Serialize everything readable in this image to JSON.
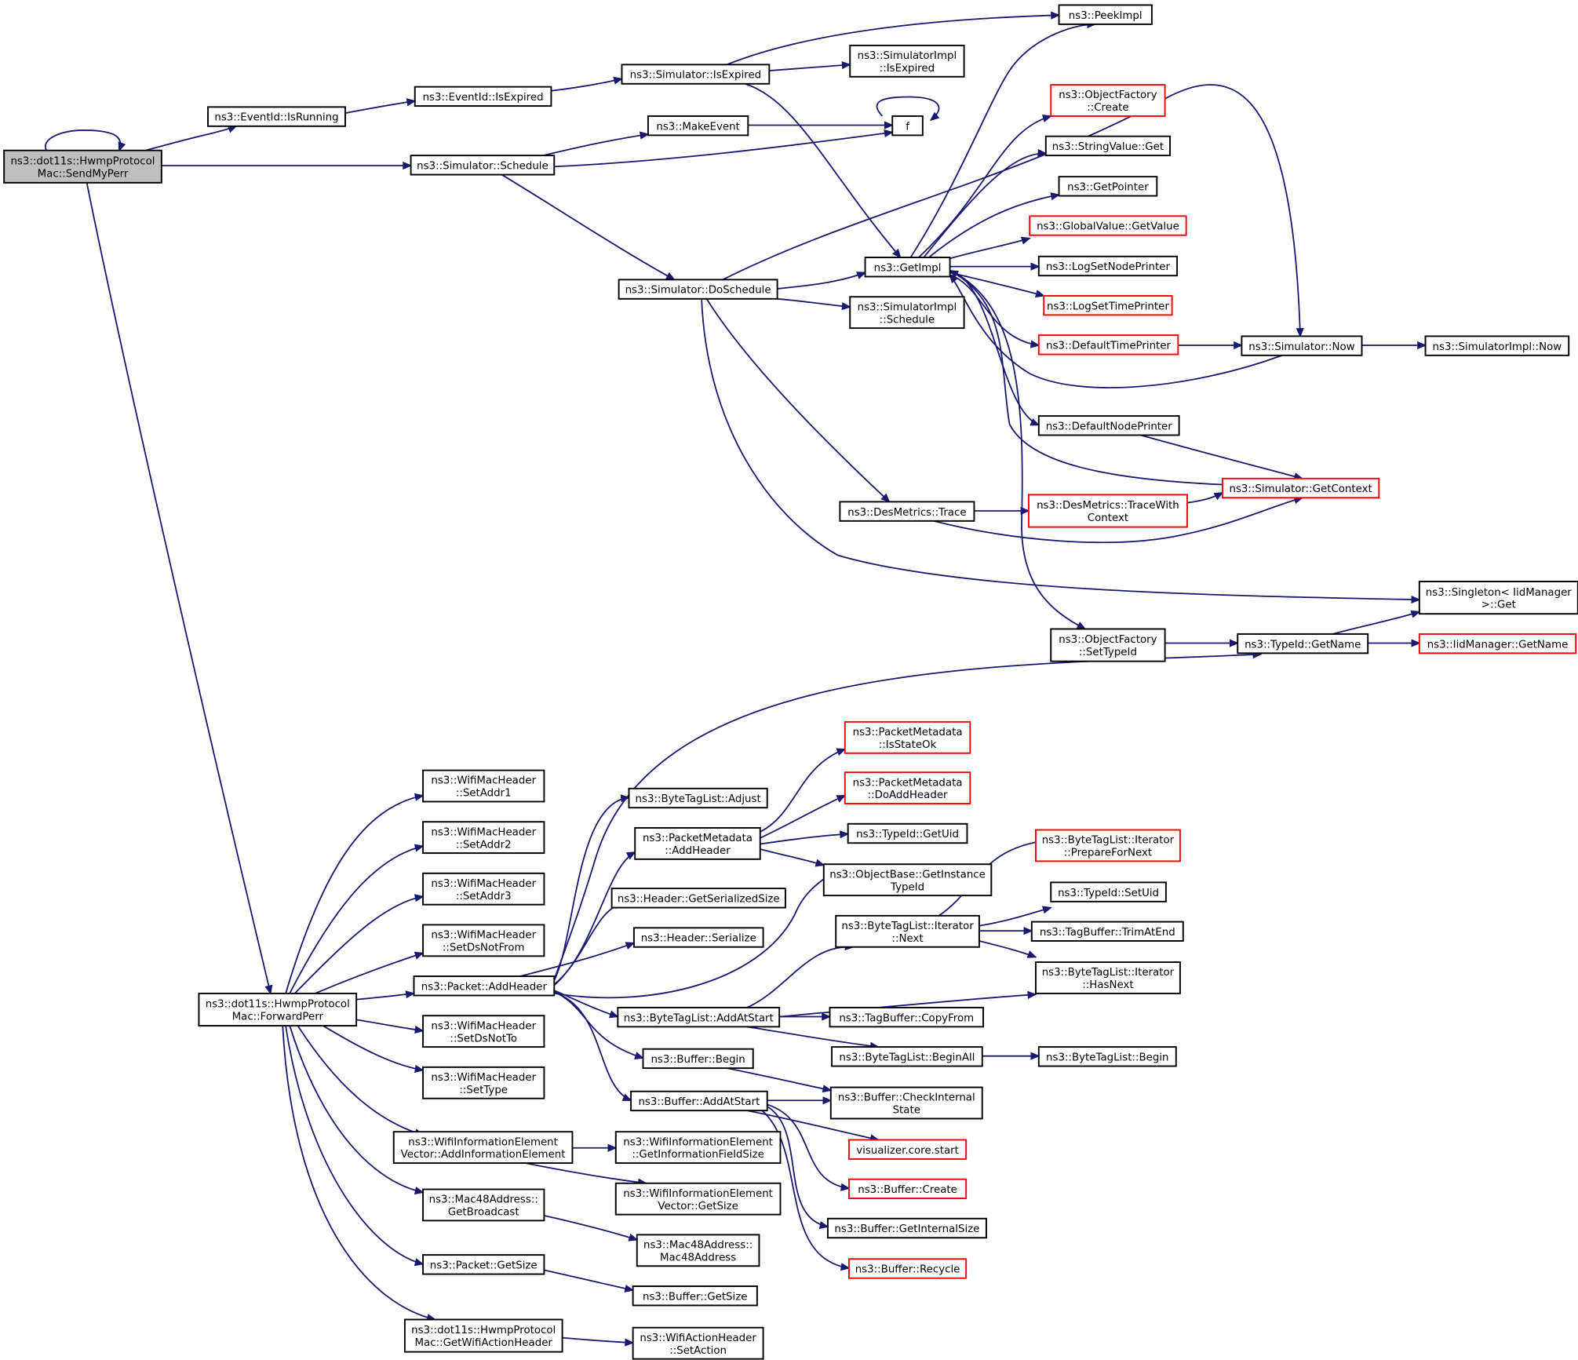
{
  "colors": {
    "edge": "#191970",
    "node_border": "#000000",
    "node_border_truncated": "#ff0000",
    "root_fill": "#bfbfbf",
    "node_fill": "#ffffff"
  },
  "nodes": [
    {
      "id": "sendMyPerr",
      "lines": [
        "ns3::dot11s::HwmpProtocol",
        "Mac::SendMyPerr"
      ]
    },
    {
      "id": "eventIsRunning",
      "lines": [
        "ns3::EventId::IsRunning"
      ]
    },
    {
      "id": "eventIsExpired",
      "lines": [
        "ns3::EventId::IsExpired"
      ]
    },
    {
      "id": "simIsExpired",
      "lines": [
        "ns3::Simulator::IsExpired"
      ]
    },
    {
      "id": "peekImpl",
      "lines": [
        "ns3::PeekImpl"
      ]
    },
    {
      "id": "simImplIsExpired",
      "lines": [
        "ns3::SimulatorImpl",
        "::IsExpired"
      ]
    },
    {
      "id": "simSchedule",
      "lines": [
        "ns3::Simulator::Schedule"
      ]
    },
    {
      "id": "makeEvent",
      "lines": [
        "ns3::MakeEvent"
      ]
    },
    {
      "id": "f",
      "lines": [
        "f"
      ]
    },
    {
      "id": "doSchedule",
      "lines": [
        "ns3::Simulator::DoSchedule"
      ]
    },
    {
      "id": "getImpl",
      "lines": [
        "ns3::GetImpl"
      ]
    },
    {
      "id": "objFactoryCreate",
      "lines": [
        "ns3::ObjectFactory",
        "::Create"
      ]
    },
    {
      "id": "stringValueGet",
      "lines": [
        "ns3::StringValue::Get"
      ]
    },
    {
      "id": "getPointer",
      "lines": [
        "ns3::GetPointer"
      ]
    },
    {
      "id": "globalValueGetValue",
      "lines": [
        "ns3::GlobalValue::GetValue"
      ]
    },
    {
      "id": "logSetNodePrinter",
      "lines": [
        "ns3::LogSetNodePrinter"
      ]
    },
    {
      "id": "logSetTimePrinter",
      "lines": [
        "ns3::LogSetTimePrinter"
      ]
    },
    {
      "id": "defaultTimePrinter",
      "lines": [
        "ns3::DefaultTimePrinter"
      ]
    },
    {
      "id": "simNow",
      "lines": [
        "ns3::Simulator::Now"
      ]
    },
    {
      "id": "simImplNow",
      "lines": [
        "ns3::SimulatorImpl::Now"
      ]
    },
    {
      "id": "defaultNodePrinter",
      "lines": [
        "ns3::DefaultNodePrinter"
      ]
    },
    {
      "id": "simImplSchedule",
      "lines": [
        "ns3::SimulatorImpl",
        "::Schedule"
      ]
    },
    {
      "id": "desMetricsTrace",
      "lines": [
        "ns3::DesMetrics::Trace"
      ]
    },
    {
      "id": "desMetricsTraceWithContext",
      "lines": [
        "ns3::DesMetrics::TraceWith",
        "Context"
      ]
    },
    {
      "id": "simGetContext",
      "lines": [
        "ns3::Simulator::GetContext"
      ]
    },
    {
      "id": "singletonGet",
      "lines": [
        "ns3::Singleton< IidManager",
        " >::Get"
      ]
    },
    {
      "id": "objFactorySetTypeId",
      "lines": [
        "ns3::ObjectFactory",
        "::SetTypeId"
      ]
    },
    {
      "id": "typeIdGetName",
      "lines": [
        "ns3::TypeId::GetName"
      ]
    },
    {
      "id": "iidManagerGetName",
      "lines": [
        "ns3::IidManager::GetName"
      ]
    },
    {
      "id": "forwardPerr",
      "lines": [
        "ns3::dot11s::HwmpProtocol",
        "Mac::ForwardPerr"
      ]
    },
    {
      "id": "setAddr1",
      "lines": [
        "ns3::WifiMacHeader",
        "::SetAddr1"
      ]
    },
    {
      "id": "setAddr2",
      "lines": [
        "ns3::WifiMacHeader",
        "::SetAddr2"
      ]
    },
    {
      "id": "setAddr3",
      "lines": [
        "ns3::WifiMacHeader",
        "::SetAddr3"
      ]
    },
    {
      "id": "setDsNotFrom",
      "lines": [
        "ns3::WifiMacHeader",
        "::SetDsNotFrom"
      ]
    },
    {
      "id": "packetAddHeader",
      "lines": [
        "ns3::Packet::AddHeader"
      ]
    },
    {
      "id": "setDsNotTo",
      "lines": [
        "ns3::WifiMacHeader",
        "::SetDsNotTo"
      ]
    },
    {
      "id": "setType",
      "lines": [
        "ns3::WifiMacHeader",
        "::SetType"
      ]
    },
    {
      "id": "wifiIEAddInfo",
      "lines": [
        "ns3::WifiInformationElement",
        "Vector::AddInformationElement"
      ]
    },
    {
      "id": "getBroadcast",
      "lines": [
        "ns3::Mac48Address::",
        "GetBroadcast"
      ]
    },
    {
      "id": "packetGetSize",
      "lines": [
        "ns3::Packet::GetSize"
      ]
    },
    {
      "id": "getWifiActionHeader",
      "lines": [
        "ns3::dot11s::HwmpProtocol",
        "Mac::GetWifiActionHeader"
      ]
    },
    {
      "id": "byteTagListAdjust",
      "lines": [
        "ns3::ByteTagList::Adjust"
      ]
    },
    {
      "id": "pmAddHeader",
      "lines": [
        "ns3::PacketMetadata",
        "::AddHeader"
      ]
    },
    {
      "id": "headerGetSerializedSize",
      "lines": [
        "ns3::Header::GetSerializedSize"
      ]
    },
    {
      "id": "headerSerialize",
      "lines": [
        "ns3::Header::Serialize"
      ]
    },
    {
      "id": "byteTagListAddAtStart",
      "lines": [
        "ns3::ByteTagList::AddAtStart"
      ]
    },
    {
      "id": "bufferBegin",
      "lines": [
        "ns3::Buffer::Begin"
      ]
    },
    {
      "id": "bufferAddAtStart",
      "lines": [
        "ns3::Buffer::AddAtStart"
      ]
    },
    {
      "id": "pmIsStateOk",
      "lines": [
        "ns3::PacketMetadata",
        "::IsStateOk"
      ]
    },
    {
      "id": "pmDoAddHeader",
      "lines": [
        "ns3::PacketMetadata",
        "::DoAddHeader"
      ]
    },
    {
      "id": "typeIdGetUid",
      "lines": [
        "ns3::TypeId::GetUid"
      ]
    },
    {
      "id": "objectBaseGetInstanceTypeId",
      "lines": [
        "ns3::ObjectBase::GetInstance",
        "TypeId"
      ]
    },
    {
      "id": "btlIterNext",
      "lines": [
        "ns3::ByteTagList::Iterator",
        "::Next"
      ]
    },
    {
      "id": "btlIterPrepareForNext",
      "lines": [
        "ns3::ByteTagList::Iterator",
        "::PrepareForNext"
      ]
    },
    {
      "id": "typeIdSetUid",
      "lines": [
        "ns3::TypeId::SetUid"
      ]
    },
    {
      "id": "tagBufferTrimAtEnd",
      "lines": [
        "ns3::TagBuffer::TrimAtEnd"
      ]
    },
    {
      "id": "btlIterHasNext",
      "lines": [
        "ns3::ByteTagList::Iterator",
        "::HasNext"
      ]
    },
    {
      "id": "tagBufferCopyFrom",
      "lines": [
        "ns3::TagBuffer::CopyFrom"
      ]
    },
    {
      "id": "btlBeginAll",
      "lines": [
        "ns3::ByteTagList::BeginAll"
      ]
    },
    {
      "id": "btlBegin",
      "lines": [
        "ns3::ByteTagList::Begin"
      ]
    },
    {
      "id": "bufferCheckInternalState",
      "lines": [
        "ns3::Buffer::CheckInternal",
        "State"
      ]
    },
    {
      "id": "visualizerCoreStart",
      "lines": [
        "visualizer.core.start"
      ]
    },
    {
      "id": "bufferCreate",
      "lines": [
        "ns3::Buffer::Create"
      ]
    },
    {
      "id": "bufferGetInternalSize",
      "lines": [
        "ns3::Buffer::GetInternalSize"
      ]
    },
    {
      "id": "bufferRecycle",
      "lines": [
        "ns3::Buffer::Recycle"
      ]
    },
    {
      "id": "wifiIEGetInfoFieldSize",
      "lines": [
        "ns3::WifiInformationElement",
        "::GetInformationFieldSize"
      ]
    },
    {
      "id": "wifiIEVectorGetSize",
      "lines": [
        "ns3::WifiInformationElement",
        "Vector::GetSize"
      ]
    },
    {
      "id": "mac48Address",
      "lines": [
        "ns3::Mac48Address::",
        "Mac48Address"
      ]
    },
    {
      "id": "bufferGetSize",
      "lines": [
        "ns3::Buffer::GetSize"
      ]
    },
    {
      "id": "wifiActionHeaderSetAction",
      "lines": [
        "ns3::WifiActionHeader",
        "::SetAction"
      ]
    }
  ],
  "root": "sendMyPerr",
  "truncated_nodes": [
    "objFactoryCreate",
    "globalValueGetValue",
    "logSetTimePrinter",
    "defaultTimePrinter",
    "desMetricsTraceWithContext",
    "simGetContext",
    "iidManagerGetName",
    "pmIsStateOk",
    "pmDoAddHeader",
    "btlIterPrepareForNext",
    "visualizerCoreStart",
    "bufferCreate",
    "bufferRecycle"
  ],
  "edges": [
    [
      "sendMyPerr",
      "sendMyPerr"
    ],
    [
      "sendMyPerr",
      "eventIsRunning"
    ],
    [
      "sendMyPerr",
      "simSchedule"
    ],
    [
      "sendMyPerr",
      "forwardPerr"
    ],
    [
      "eventIsRunning",
      "eventIsExpired"
    ],
    [
      "eventIsExpired",
      "simIsExpired"
    ],
    [
      "simIsExpired",
      "peekImpl"
    ],
    [
      "simIsExpired",
      "simImplIsExpired"
    ],
    [
      "simIsExpired",
      "getImpl"
    ],
    [
      "simSchedule",
      "makeEvent"
    ],
    [
      "simSchedule",
      "f"
    ],
    [
      "simSchedule",
      "doSchedule"
    ],
    [
      "makeEvent",
      "f"
    ],
    [
      "f",
      "f"
    ],
    [
      "doSchedule",
      "simNow"
    ],
    [
      "doSchedule",
      "getImpl"
    ],
    [
      "doSchedule",
      "simImplSchedule"
    ],
    [
      "doSchedule",
      "desMetricsTrace"
    ],
    [
      "doSchedule",
      "singletonGet"
    ],
    [
      "getImpl",
      "peekImpl"
    ],
    [
      "getImpl",
      "objFactoryCreate"
    ],
    [
      "getImpl",
      "stringValueGet"
    ],
    [
      "getImpl",
      "getPointer"
    ],
    [
      "getImpl",
      "globalValueGetValue"
    ],
    [
      "getImpl",
      "logSetNodePrinter"
    ],
    [
      "getImpl",
      "logSetTimePrinter"
    ],
    [
      "getImpl",
      "defaultTimePrinter"
    ],
    [
      "getImpl",
      "defaultNodePrinter"
    ],
    [
      "getImpl",
      "objFactorySetTypeId"
    ],
    [
      "defaultTimePrinter",
      "simNow"
    ],
    [
      "simNow",
      "simImplNow"
    ],
    [
      "simNow",
      "getImpl"
    ],
    [
      "defaultNodePrinter",
      "simGetContext"
    ],
    [
      "simGetContext",
      "getImpl"
    ],
    [
      "desMetricsTrace",
      "desMetricsTraceWithContext"
    ],
    [
      "desMetricsTrace",
      "simGetContext"
    ],
    [
      "desMetricsTraceWithContext",
      "simGetContext"
    ],
    [
      "objFactorySetTypeId",
      "typeIdGetName"
    ],
    [
      "typeIdGetName",
      "singletonGet"
    ],
    [
      "typeIdGetName",
      "iidManagerGetName"
    ],
    [
      "forwardPerr",
      "setAddr1"
    ],
    [
      "forwardPerr",
      "setAddr2"
    ],
    [
      "forwardPerr",
      "setAddr3"
    ],
    [
      "forwardPerr",
      "setDsNotFrom"
    ],
    [
      "forwardPerr",
      "packetAddHeader"
    ],
    [
      "forwardPerr",
      "setDsNotTo"
    ],
    [
      "forwardPerr",
      "setType"
    ],
    [
      "forwardPerr",
      "wifiIEAddInfo"
    ],
    [
      "forwardPerr",
      "getBroadcast"
    ],
    [
      "forwardPerr",
      "packetGetSize"
    ],
    [
      "forwardPerr",
      "getWifiActionHeader"
    ],
    [
      "packetAddHeader",
      "typeIdGetName"
    ],
    [
      "packetAddHeader",
      "byteTagListAdjust"
    ],
    [
      "packetAddHeader",
      "pmAddHeader"
    ],
    [
      "packetAddHeader",
      "headerGetSerializedSize"
    ],
    [
      "packetAddHeader",
      "headerSerialize"
    ],
    [
      "packetAddHeader",
      "objectBaseGetInstanceTypeId"
    ],
    [
      "packetAddHeader",
      "byteTagListAddAtStart"
    ],
    [
      "packetAddHeader",
      "bufferBegin"
    ],
    [
      "packetAddHeader",
      "bufferAddAtStart"
    ],
    [
      "pmAddHeader",
      "pmIsStateOk"
    ],
    [
      "pmAddHeader",
      "pmDoAddHeader"
    ],
    [
      "pmAddHeader",
      "typeIdGetUid"
    ],
    [
      "pmAddHeader",
      "objectBaseGetInstanceTypeId"
    ],
    [
      "byteTagListAddAtStart",
      "btlIterNext"
    ],
    [
      "byteTagListAddAtStart",
      "btlIterHasNext"
    ],
    [
      "byteTagListAddAtStart",
      "tagBufferCopyFrom"
    ],
    [
      "byteTagListAddAtStart",
      "btlBeginAll"
    ],
    [
      "btlIterNext",
      "btlIterPrepareForNext"
    ],
    [
      "btlIterNext",
      "typeIdSetUid"
    ],
    [
      "btlIterNext",
      "tagBufferTrimAtEnd"
    ],
    [
      "btlIterNext",
      "btlIterHasNext"
    ],
    [
      "btlBeginAll",
      "btlBegin"
    ],
    [
      "bufferBegin",
      "bufferCheckInternalState"
    ],
    [
      "bufferAddAtStart",
      "bufferCheckInternalState"
    ],
    [
      "bufferAddAtStart",
      "visualizerCoreStart"
    ],
    [
      "bufferAddAtStart",
      "bufferCreate"
    ],
    [
      "bufferAddAtStart",
      "bufferGetInternalSize"
    ],
    [
      "bufferAddAtStart",
      "bufferRecycle"
    ],
    [
      "wifiIEAddInfo",
      "wifiIEGetInfoFieldSize"
    ],
    [
      "wifiIEAddInfo",
      "wifiIEVectorGetSize"
    ],
    [
      "getBroadcast",
      "mac48Address"
    ],
    [
      "packetGetSize",
      "bufferGetSize"
    ],
    [
      "getWifiActionHeader",
      "wifiActionHeaderSetAction"
    ]
  ]
}
